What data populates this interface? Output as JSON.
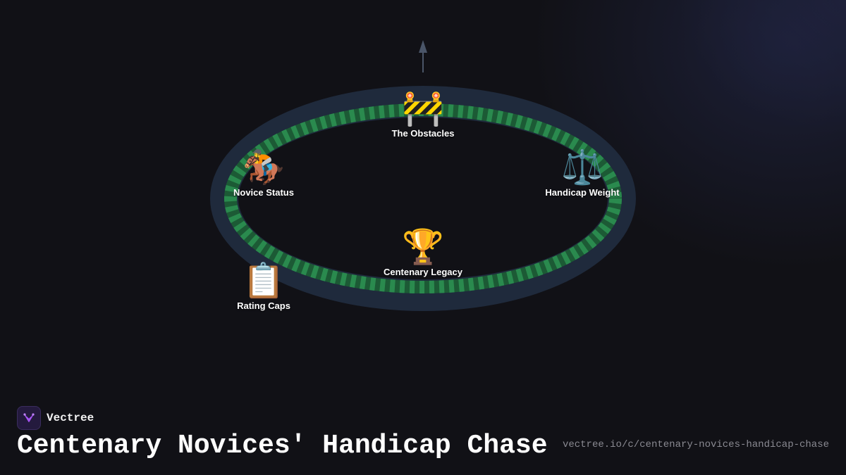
{
  "diagram": {
    "nodes": [
      {
        "id": "obstacles",
        "label": "The Obstacles",
        "icon": "construction-barrier-icon",
        "glyph": "🚧"
      },
      {
        "id": "novice",
        "label": "Novice Status",
        "icon": "horse-racing-icon",
        "glyph": "🏇"
      },
      {
        "id": "handicap",
        "label": "Handicap Weight",
        "icon": "balance-scale-icon",
        "glyph": "⚖️"
      },
      {
        "id": "legacy",
        "label": "Centenary Legacy",
        "icon": "trophy-icon",
        "glyph": "🏆"
      },
      {
        "id": "caps",
        "label": "Rating Caps",
        "icon": "clipboard-icon",
        "glyph": "📋"
      }
    ],
    "colors": {
      "track_outer": "#1f2a3c",
      "track_turf": "#1c5a35",
      "track_stripe": "#2a8a4e",
      "arrow": "#4a5568"
    }
  },
  "brand": {
    "name": "Vectree",
    "accent": "#a855f7"
  },
  "title": "Centenary Novices' Handicap Chase",
  "url": "vectree.io/c/centenary-novices-handicap-chase"
}
